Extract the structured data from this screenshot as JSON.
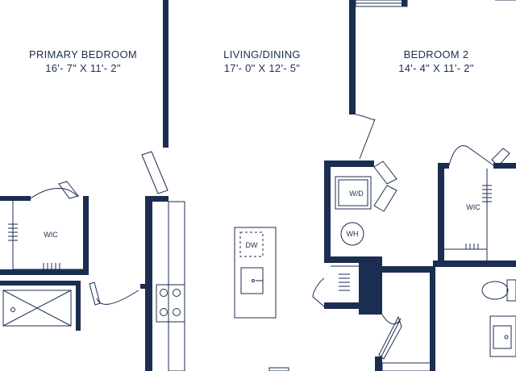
{
  "colors": {
    "wall": "#1c2d52",
    "background": "#ffffff"
  },
  "rooms": {
    "primary_bedroom": {
      "name": "PRIMARY BEDROOM",
      "dims": "16'- 7\" X 11'- 2\""
    },
    "living_dining": {
      "name": "LIVING/DINING",
      "dims": "17'- 0\" X 12'- 5\""
    },
    "bedroom_2": {
      "name": "BEDROOM 2",
      "dims": "14'- 4\" X 11'- 2\""
    }
  },
  "fixtures": {
    "wic_left": "WIC",
    "wic_right": "WIC",
    "washer_dryer": "W/D",
    "water_heater": "WH",
    "dishwasher": "DW"
  }
}
